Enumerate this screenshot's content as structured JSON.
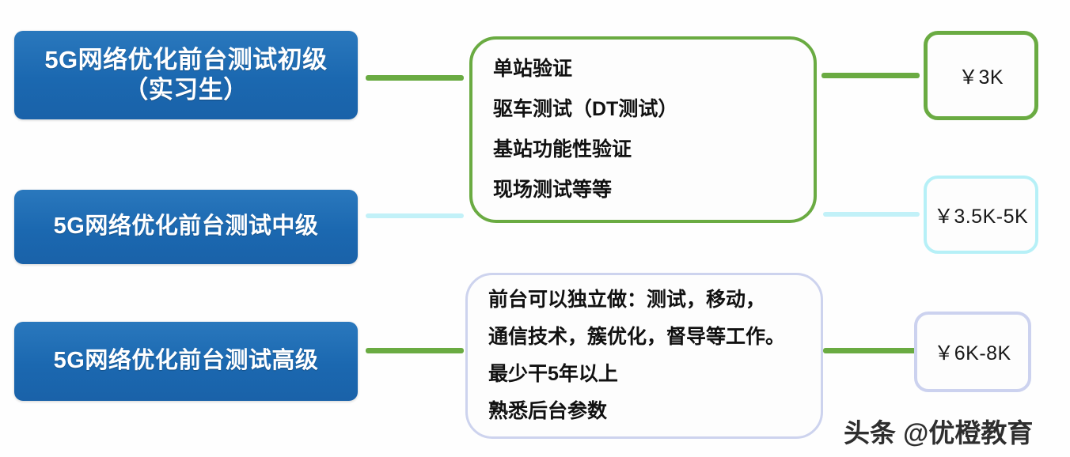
{
  "diagram": {
    "levels": [
      {
        "id": "junior",
        "lines": [
          "5G网络优化前台测试初级",
          "（实习生）"
        ]
      },
      {
        "id": "intermediate",
        "lines": [
          "5G网络优化前台测试中级"
        ]
      },
      {
        "id": "senior",
        "lines": [
          "5G网络优化前台测试高级"
        ]
      }
    ],
    "details": [
      {
        "id": "junior-duties",
        "border_color": "#6aab42",
        "lines": [
          "单站验证",
          "驱车测试（DT测试）",
          "基站功能性验证",
          "现场测试等等"
        ]
      },
      {
        "id": "senior-duties",
        "border_color": "#ccd2ef",
        "lines": [
          "前台可以独立做：测试，移动，",
          "通信技术，簇优化，督导等工作。",
          "最少干5年以上",
          "熟悉后台参数"
        ]
      }
    ],
    "salaries": [
      {
        "id": "junior-salary",
        "value": "￥3K",
        "border_color": "#6aab42"
      },
      {
        "id": "intermediate-salary",
        "value": "￥3.5K-5K",
        "border_color": "#b6f0f7"
      },
      {
        "id": "senior-salary",
        "value": "￥6K-8K",
        "border_color": "#ccd2ef"
      }
    ],
    "connectors": [
      {
        "id": "left-1",
        "color": "#6aab42"
      },
      {
        "id": "left-2",
        "color": "#c2f1f8"
      },
      {
        "id": "left-3",
        "color": "#6aab42"
      },
      {
        "id": "right-1",
        "color": "#6aab42"
      },
      {
        "id": "right-2",
        "color": "#c2f1f8"
      },
      {
        "id": "right-3",
        "color": "#6aab42"
      }
    ],
    "watermark": "头条 @优橙教育",
    "colors": {
      "level_box_blue": "#1b68b0",
      "accent_green": "#6aab42",
      "accent_cyan": "#b6f0f7",
      "accent_lavender": "#ccd2ef",
      "background": "#fefefe"
    }
  }
}
